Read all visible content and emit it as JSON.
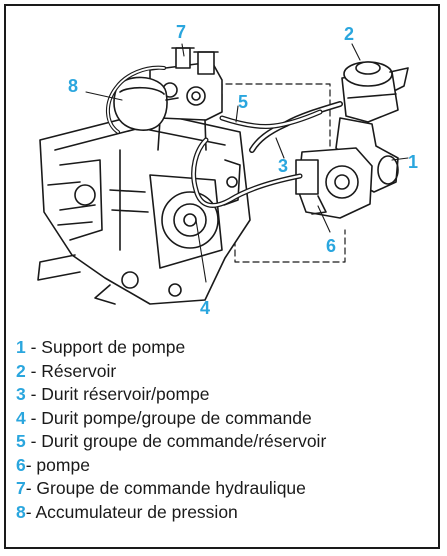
{
  "callouts": {
    "c1": "1",
    "c2": "2",
    "c3": "3",
    "c4": "4",
    "c5": "5",
    "c6": "6",
    "c7": "7",
    "c8": "8"
  },
  "legend": [
    {
      "num": "1",
      "text": " - Support de pompe"
    },
    {
      "num": "2",
      "text": " - Réservoir"
    },
    {
      "num": "3",
      "text": " - Durit réservoir/pompe"
    },
    {
      "num": "4",
      "text": " - Durit pompe/groupe de commande"
    },
    {
      "num": "5",
      "text": " - Durit groupe de commande/réservoir"
    },
    {
      "num": "6",
      "text": "- pompe"
    },
    {
      "num": "7",
      "text": "- Groupe de commande hydraulique"
    },
    {
      "num": "8",
      "text": "- Accumulateur de pression"
    }
  ],
  "colors": {
    "accent": "#2aa6de",
    "ink": "#1a1a1a",
    "frame": "#1a1a1a"
  }
}
